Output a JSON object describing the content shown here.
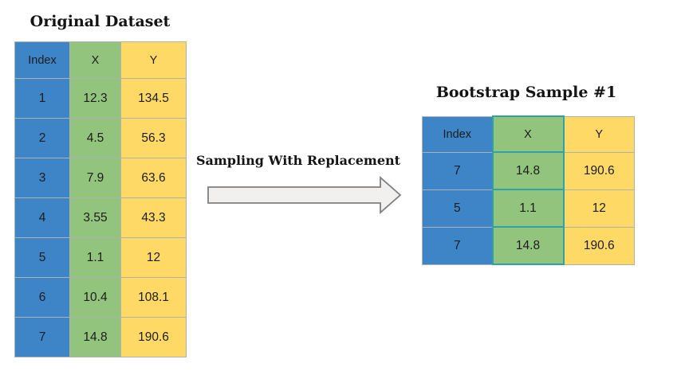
{
  "left": {
    "title": "Original Dataset",
    "table": {
      "headers": [
        "Index",
        "X",
        "Y"
      ],
      "rows": [
        [
          "1",
          "12.3",
          "134.5"
        ],
        [
          "2",
          "4.5",
          "56.3"
        ],
        [
          "3",
          "7.9",
          "63.6"
        ],
        [
          "4",
          "3.55",
          "43.3"
        ],
        [
          "5",
          "1.1",
          "12"
        ],
        [
          "6",
          "10.4",
          "108.1"
        ],
        [
          "7",
          "14.8",
          "190.6"
        ]
      ]
    }
  },
  "middle": {
    "label": "Sampling With Replacement",
    "arrow_icon": "right-block-arrow"
  },
  "right": {
    "title": "Bootstrap Sample #1",
    "table": {
      "headers": [
        "Index",
        "X",
        "Y"
      ],
      "rows": [
        [
          "7",
          "14.8",
          "190.6"
        ],
        [
          "5",
          "1.1",
          "12"
        ],
        [
          "7",
          "14.8",
          "190.6"
        ]
      ]
    }
  },
  "colors": {
    "index_column": "#3d85c6",
    "x_column": "#93c47d",
    "y_column": "#ffd966",
    "x_highlight_border": "#2da3a8",
    "cell_border": "#b0b0b0",
    "arrow_fill": "#f1f0ee",
    "arrow_stroke": "#7f7f7f",
    "text": "#141414"
  }
}
